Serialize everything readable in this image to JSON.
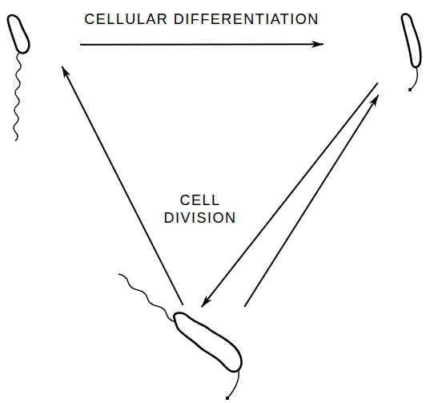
{
  "diagram": {
    "nodes": [
      {
        "text": []
      },
      {
        "text": []
      },
      {
        "text": []
      }
    ],
    "edges": [
      {
        "from": 0,
        "to": 1,
        "arrow": "to",
        "label": "CELLULAR DIFFERENTIATION"
      },
      {
        "from": 1,
        "to": 2,
        "arrow": "to"
      },
      {
        "from": 2,
        "to": 1,
        "arrow": "to"
      },
      {
        "from": 2,
        "to": 0,
        "arrow": "to"
      }
    ],
    "labels": [
      "CELL DIVISION"
    ]
  }
}
